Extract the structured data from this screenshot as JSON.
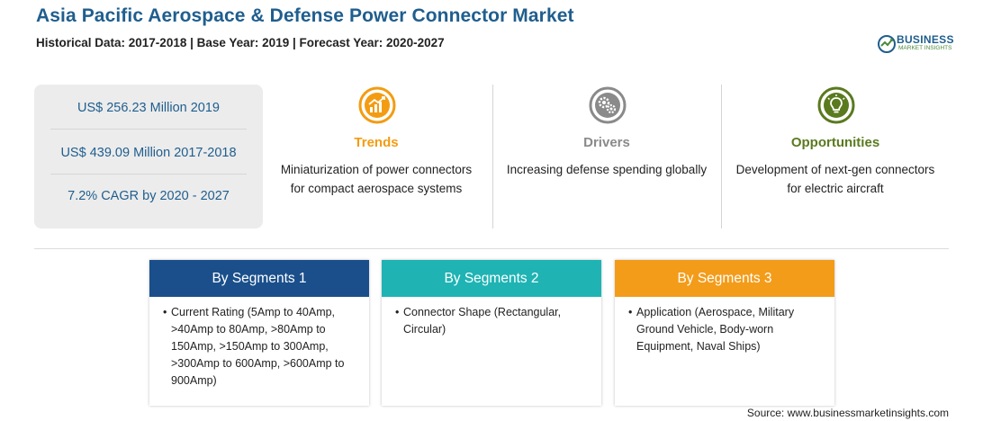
{
  "header": {
    "title": "Asia Pacific Aerospace & Defense Power Connector Market",
    "subtitle": "Historical Data: 2017-2018 | Base Year: 2019 | Forecast Year: 2020-2027"
  },
  "logo": {
    "word": "BUSINESS",
    "sub": "MARKET INSIGHTS",
    "icon": "logo-globe-icon"
  },
  "stats": [
    "US$ 256.23 Million 2019",
    "US$ 439.09 Million 2017-2018",
    "7.2% CAGR by 2020 - 2027"
  ],
  "columns": [
    {
      "heading": "Trends",
      "line1": "Miniaturization of power connectors",
      "line2": "for compact aerospace systems",
      "color": "#f39c12",
      "icon": "trend-chart-icon"
    },
    {
      "heading": "Drivers",
      "line1": "Increasing defense spending globally",
      "line2": "",
      "color": "#8a8a8a",
      "icon": "gears-icon"
    },
    {
      "heading": "Opportunities",
      "line1": "Development of next-gen connectors",
      "line2": "for electric aircraft",
      "color": "#5a7a1e",
      "icon": "lightbulb-icon"
    }
  ],
  "segments": [
    {
      "heading": "By Segments 1",
      "color": "#1a4f8b",
      "text": "Current Rating (5Amp to 40Amp, >40Amp to 80Amp, >80Amp to 150Amp, >150Amp to 300Amp, >300Amp to 600Amp, >600Amp to 900Amp)"
    },
    {
      "heading": "By Segments 2",
      "color": "#1fb3b3",
      "text": "Connector Shape (Rectangular, Circular)"
    },
    {
      "heading": "By Segments 3",
      "color": "#f39c1a",
      "text": "Application (Aerospace, Military Ground Vehicle, Body-worn Equipment, Naval Ships)"
    }
  ],
  "bullet": "•",
  "source": "Source: www.businessmarketinsights.com"
}
